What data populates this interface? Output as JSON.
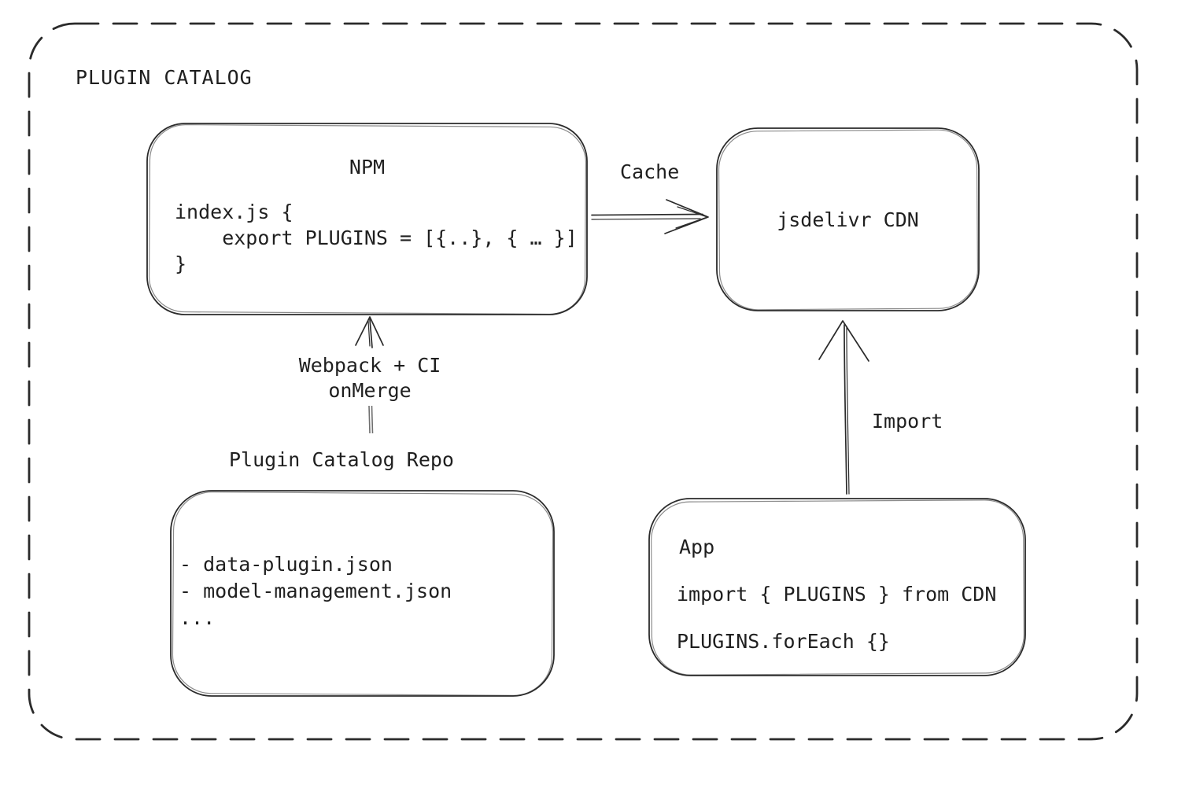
{
  "diagram": {
    "title": "PLUGIN CATALOG",
    "colors": {
      "background": "#ffffff",
      "stroke": "#2b2b2b",
      "text": "#1f1f1f"
    },
    "nodes": {
      "npm": {
        "title": "NPM",
        "code": "index.js {\n    export PLUGINS = [{..}, { … }]\n}"
      },
      "cdn": {
        "title": "jsdelivr CDN"
      },
      "repo": {
        "title": "Plugin Catalog Repo",
        "files": "- data-plugin.json\n- model-management.json\n..."
      },
      "app": {
        "title": "App",
        "code_import": "import { PLUGINS } from CDN",
        "code_foreach": "PLUGINS.forEach {}"
      }
    },
    "edges": {
      "cache": {
        "label": "Cache",
        "from": "NPM",
        "to": "jsdelivr CDN"
      },
      "build": {
        "label_line1": "Webpack + CI",
        "label_line2": "onMerge",
        "from": "Plugin Catalog Repo",
        "to": "NPM"
      },
      "import": {
        "label": "Import",
        "from": "App",
        "to": "jsdelivr CDN"
      }
    }
  }
}
